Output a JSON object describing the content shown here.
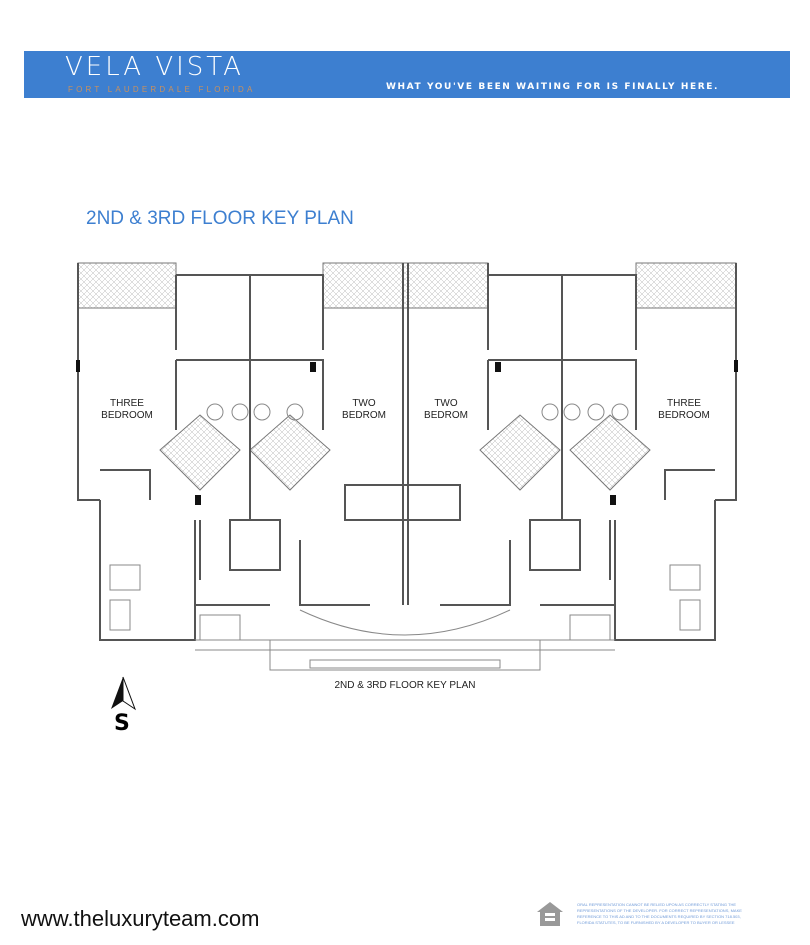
{
  "header": {
    "brand": "VELA VISTA",
    "location": "FORT LAUDERDALE FLORIDA",
    "tagline": "WHAT YOU'VE BEEN WAITING FOR IS FINALLY HERE."
  },
  "plan": {
    "title": "2ND & 3RD FLOOR KEY PLAN",
    "rooms": [
      {
        "line1": "THREE",
        "line2": "BEDROOM"
      },
      {
        "line1": "TWO",
        "line2": "BEDROM"
      },
      {
        "line1": "TWO",
        "line2": "BEDROM"
      },
      {
        "line1": "THREE",
        "line2": "BEDROOM"
      }
    ],
    "caption": "2ND & 3RD FLOOR KEY PLAN",
    "compass": "S"
  },
  "footer": {
    "website": "www.theluxuryteam.com",
    "disclaimer": "ORAL REPRESENTATION CANNOT BE RELIED UPON AS CORRECTLY STATING THE REPRESENTATIONS OF THE DEVELOPER. FOR CORRECT REPRESENTATIONS, MAKE REFERENCE TO THIS AD AND TO THE DOCUMENTS REQUIRED BY SECTION 718.503, FLORIDA STATUTES, TO BE FURNISHED BY A DEVELOPER TO BUYER OR LESSEE"
  }
}
